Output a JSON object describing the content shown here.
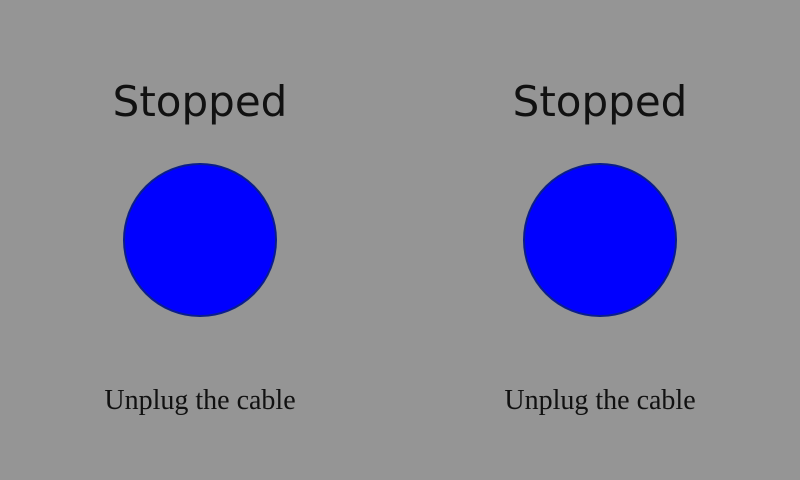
{
  "panels": [
    {
      "status": "Stopped",
      "indicator_color": "#0000ff",
      "instruction": "Unplug the cable"
    },
    {
      "status": "Stopped",
      "indicator_color": "#0000ff",
      "instruction": "Unplug the cable"
    }
  ]
}
